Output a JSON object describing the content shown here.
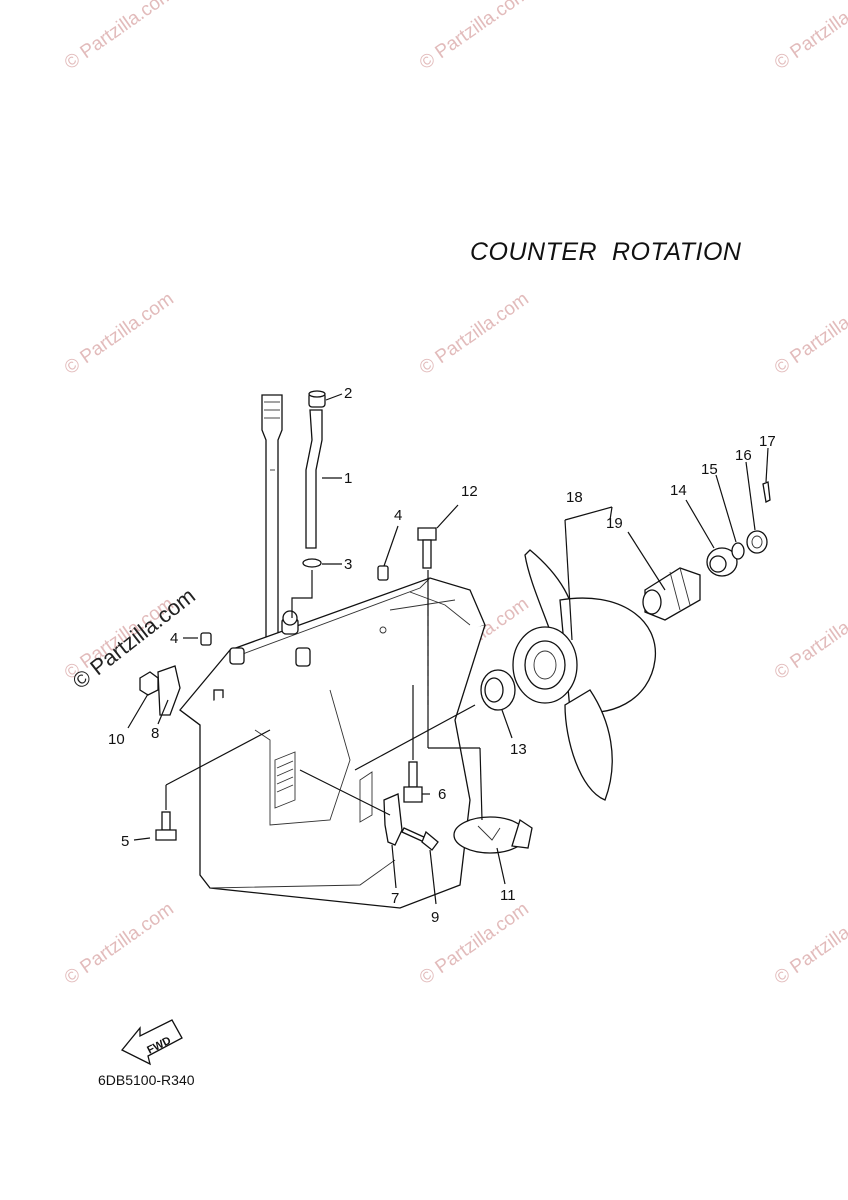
{
  "heading": "COUNTER  ROTATION",
  "diagram_code": "6DB5100-R340",
  "watermark": "© Partzilla.com",
  "fwd_label": "FWD",
  "callouts": [
    {
      "id": "c1",
      "label": "1"
    },
    {
      "id": "c2",
      "label": "2"
    },
    {
      "id": "c3",
      "label": "3"
    },
    {
      "id": "c4a",
      "label": "4"
    },
    {
      "id": "c4b",
      "label": "4"
    },
    {
      "id": "c5",
      "label": "5"
    },
    {
      "id": "c6",
      "label": "6"
    },
    {
      "id": "c7",
      "label": "7"
    },
    {
      "id": "c8",
      "label": "8"
    },
    {
      "id": "c9",
      "label": "9"
    },
    {
      "id": "c10",
      "label": "10"
    },
    {
      "id": "c11",
      "label": "11"
    },
    {
      "id": "c12",
      "label": "12"
    },
    {
      "id": "c13",
      "label": "13"
    },
    {
      "id": "c14",
      "label": "14"
    },
    {
      "id": "c15",
      "label": "15"
    },
    {
      "id": "c16",
      "label": "16"
    },
    {
      "id": "c17",
      "label": "17"
    },
    {
      "id": "c18",
      "label": "18"
    },
    {
      "id": "c19",
      "label": "19"
    }
  ]
}
